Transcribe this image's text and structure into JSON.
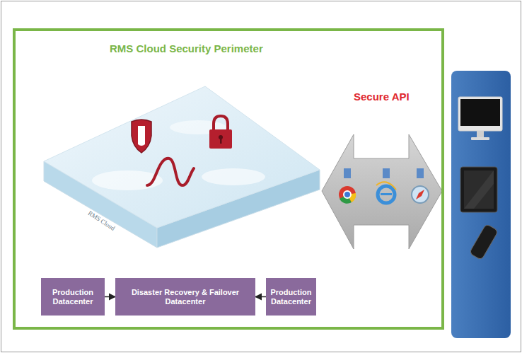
{
  "diagram": {
    "nodes": [
      {
        "text": [
          "RMS Cloud Security Perimeter"
        ]
      },
      {
        "text": [
          "Production Datacenter"
        ],
        "in": 0
      },
      {
        "text": [
          "Disaster Recovery & Failover Datacenter"
        ],
        "in": 0
      },
      {
        "text": [
          "Production Datacenter"
        ],
        "in": 0
      }
    ],
    "edges": [
      {
        "from": 1,
        "to": 2,
        "arrow": "to"
      },
      {
        "from": 3,
        "to": 2,
        "arrow": "to"
      }
    ],
    "labels": [
      "Secure API",
      "RMS Cloud"
    ]
  }
}
